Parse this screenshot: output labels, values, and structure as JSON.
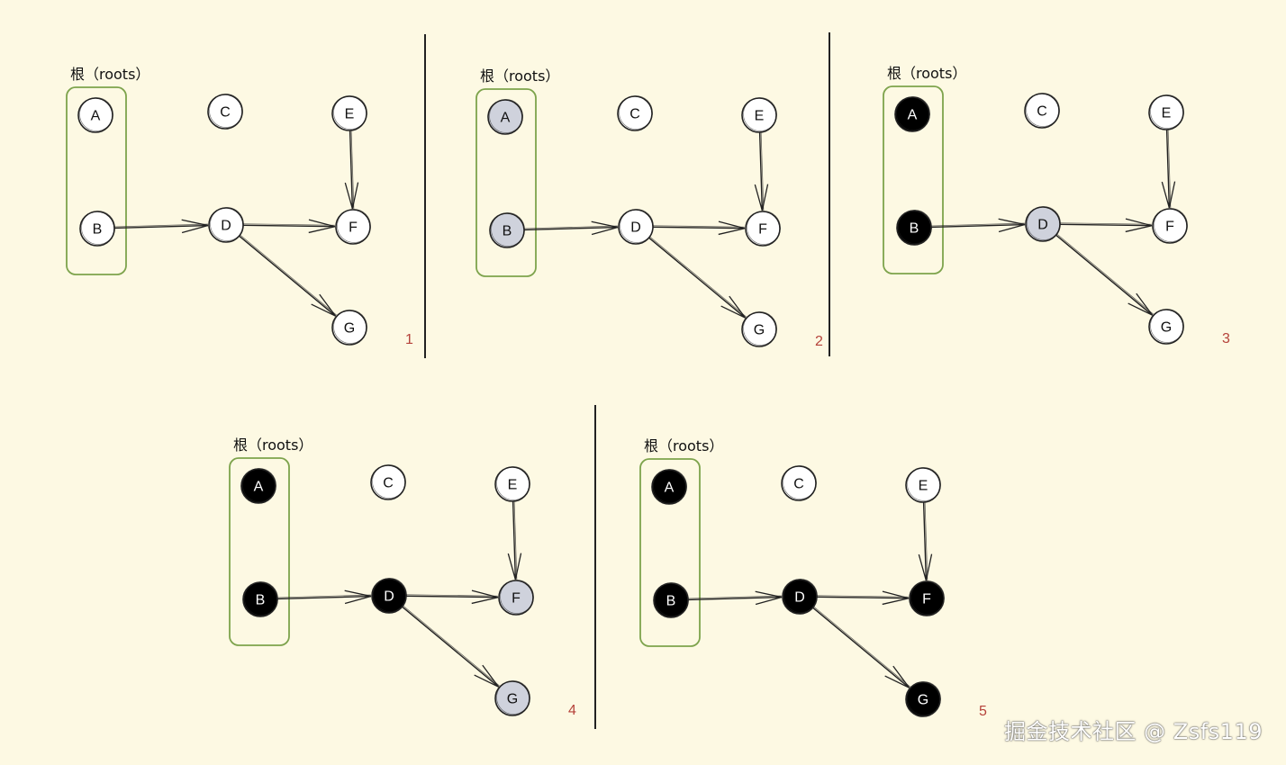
{
  "diagram": {
    "root_label": "根（roots）",
    "colors": {
      "background": "#fdf9e3",
      "root_box": "#7da34c",
      "white": "#ffffff",
      "gray": "#cfd2dc",
      "black": "#000000",
      "stroke": "#222222",
      "step_number": "#b5423a"
    },
    "edges": [
      [
        "B",
        "D"
      ],
      [
        "D",
        "F"
      ],
      [
        "D",
        "G"
      ],
      [
        "E",
        "F"
      ]
    ],
    "panels": [
      {
        "step": "1",
        "nodes": {
          "A": "white",
          "B": "white",
          "C": "white",
          "D": "white",
          "E": "white",
          "F": "white",
          "G": "white"
        }
      },
      {
        "step": "2",
        "nodes": {
          "A": "gray",
          "B": "gray",
          "C": "white",
          "D": "white",
          "E": "white",
          "F": "white",
          "G": "white"
        }
      },
      {
        "step": "3",
        "nodes": {
          "A": "black",
          "B": "black",
          "C": "white",
          "D": "gray",
          "E": "white",
          "F": "white",
          "G": "white"
        }
      },
      {
        "step": "4",
        "nodes": {
          "A": "black",
          "B": "black",
          "C": "white",
          "D": "black",
          "E": "white",
          "F": "gray",
          "G": "gray"
        }
      },
      {
        "step": "5",
        "nodes": {
          "A": "black",
          "B": "black",
          "C": "white",
          "D": "black",
          "E": "white",
          "F": "black",
          "G": "black"
        }
      }
    ]
  },
  "watermark": "掘金技术社区 @ Zsfs119"
}
